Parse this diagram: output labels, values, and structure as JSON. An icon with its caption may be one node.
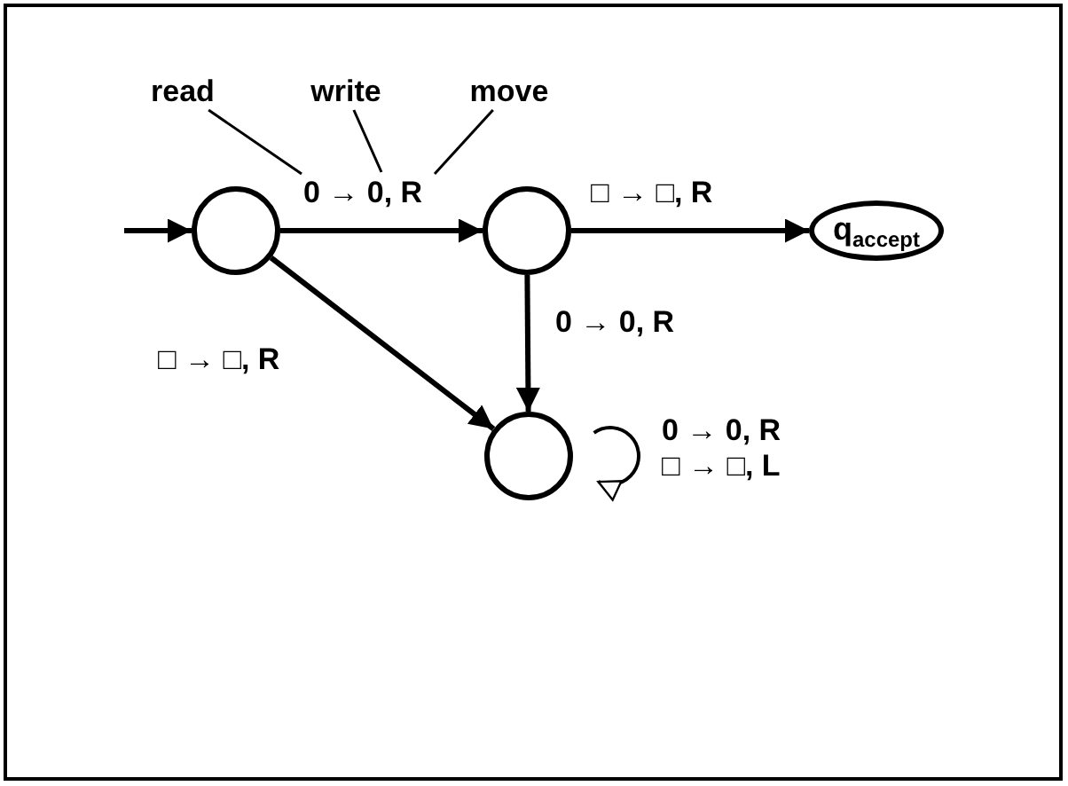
{
  "diagram": {
    "nodes": [
      {
        "text": [
          "read"
        ]
      },
      {
        "text": [
          "write"
        ]
      },
      {
        "text": [
          "move"
        ]
      },
      {
        "text": [],
        "shape": "circle"
      },
      {
        "text": [],
        "shape": "circle"
      },
      {
        "text": [
          "q$_{accept}$"
        ]
      },
      {
        "text": [],
        "shape": "circle"
      }
    ],
    "edges": [
      {
        "from": null,
        "to": 3,
        "arrow": "to"
      },
      {
        "from": 3,
        "to": 4,
        "arrow": "to",
        "label": "0 → 0, R"
      },
      {
        "from": 4,
        "to": 5,
        "arrow": "to",
        "label": "□ → □, R"
      },
      {
        "from": 4,
        "to": 6,
        "arrow": "to",
        "label": "0 → 0, R"
      },
      {
        "from": 3,
        "to": 6,
        "arrow": "to",
        "label": "□ → □, R"
      },
      {
        "from": 6,
        "to": 6,
        "arrow": "to",
        "label": "0 → 0, R □ → □, L"
      },
      {
        "from": 0,
        "to": null,
        "arrow": "none"
      },
      {
        "from": 1,
        "to": null,
        "arrow": "none"
      },
      {
        "from": 2,
        "to": null,
        "arrow": "none"
      }
    ]
  }
}
